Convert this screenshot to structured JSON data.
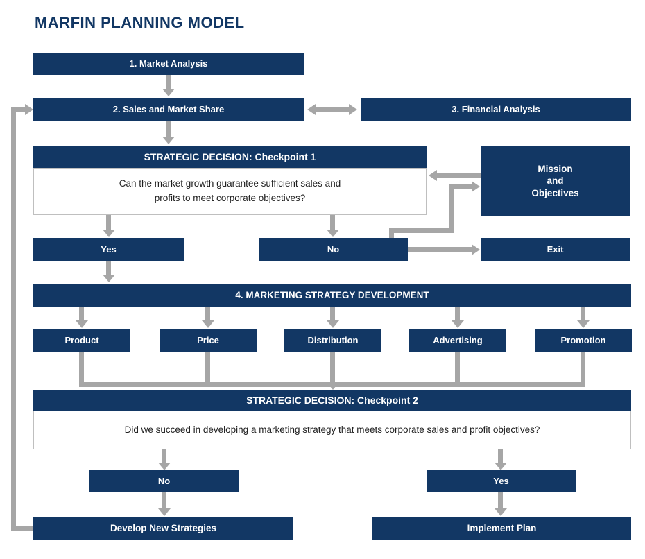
{
  "title": "MARFIN PLANNING MODEL",
  "colors": {
    "navy": "#123764",
    "arrow": "#a6a6a6",
    "border": "#bfbfbf"
  },
  "nodes": {
    "market_analysis": "1. Market Analysis",
    "sales_market_share": "2. Sales and Market Share",
    "financial_analysis": "3. Financial Analysis",
    "checkpoint1": {
      "header": "STRATEGIC DECISION: Checkpoint 1",
      "question_line1": "Can the market growth guarantee sufficient sales and",
      "question_line2": "profits to meet corporate objectives?"
    },
    "mission": {
      "line1": "Mission",
      "line2": "and",
      "line3": "Objectives"
    },
    "yes1": "Yes",
    "no1": "No",
    "exit": "Exit",
    "marketing_bar": "4. MARKETING STRATEGY DEVELOPMENT",
    "mix": [
      "Product",
      "Price",
      "Distribution",
      "Advertising",
      "Promotion"
    ],
    "checkpoint2": {
      "header": "STRATEGIC DECISION: Checkpoint 2",
      "question": "Did we succeed in developing a marketing strategy that meets corporate sales and profit objectives?"
    },
    "no2": "No",
    "yes2": "Yes",
    "develop": "Develop New Strategies",
    "implement": "Implement Plan"
  }
}
